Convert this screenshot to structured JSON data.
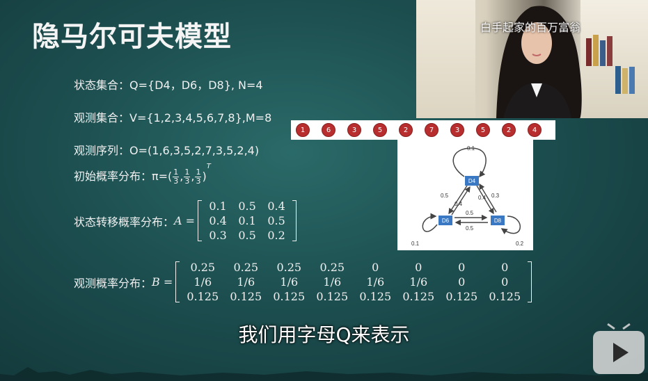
{
  "slide": {
    "title": "隐马尔可夫模型",
    "state_set": {
      "label": "状态集合：",
      "value": "Q={D4，D6，D8}, N=4"
    },
    "obs_set": {
      "label": "观测集合：",
      "value": "V={1,2,3,4,5,6,7,8},M=8"
    },
    "obs_seq": {
      "label": "观测序列：",
      "value": "O=(1,6,3,5,2,7,3,5,2,4)"
    },
    "init_prob": {
      "label": "初始概率分布：",
      "prefix": "π=(",
      "fractions": [
        [
          "1",
          "3"
        ],
        [
          "1",
          "3"
        ],
        [
          "1",
          "3"
        ]
      ],
      "suffix": ")",
      "sup": "T"
    },
    "trans": {
      "label": "状态转移概率分布：",
      "symbol": "A =",
      "rows": [
        [
          "0.1",
          "0.5",
          "0.4"
        ],
        [
          "0.4",
          "0.1",
          "0.5"
        ],
        [
          "0.3",
          "0.5",
          "0.2"
        ]
      ]
    },
    "emit": {
      "label": "观测概率分布：",
      "symbol": "B =",
      "rows": [
        [
          "0.25",
          "0.25",
          "0.25",
          "0.25",
          "0",
          "0",
          "0",
          "0"
        ],
        [
          "1/6",
          "1/6",
          "1/6",
          "1/6",
          "1/6",
          "1/6",
          "0",
          "0"
        ],
        [
          "0.125",
          "0.125",
          "0.125",
          "0.125",
          "0.125",
          "0.125",
          "0.125",
          "0.125"
        ]
      ]
    }
  },
  "observation_strip": [
    "1",
    "6",
    "3",
    "5",
    "2",
    "7",
    "3",
    "5",
    "2",
    "4"
  ],
  "diagram": {
    "nodes": {
      "d4": "D4",
      "d6": "D6",
      "d8": "D8"
    },
    "edge_labels": {
      "d4_self": "0.1",
      "d6_self": "0.1",
      "d8_self": "0.2",
      "d4_d6_a": "0.5",
      "d4_d6_b": "0.4",
      "d4_d8_a": "0.4",
      "d4_d8_b": "0.3",
      "d6_d8_a": "0.5",
      "d6_d8_b": "0.5"
    },
    "colors": {
      "node": "#3b78c4",
      "edge": "#444444",
      "obs": "#b82e2e"
    }
  },
  "overlay": {
    "watermark": "白手起家的百万富翁",
    "subtitle": "我们用字母Q来表示"
  },
  "icons": {
    "play": "play-icon"
  }
}
